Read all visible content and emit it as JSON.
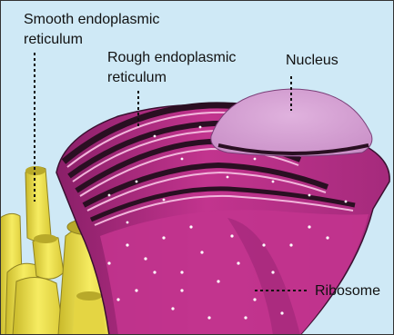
{
  "diagram": {
    "background_color": "#cfe9f6",
    "colors": {
      "er_magenta": "#c2348e",
      "er_dark": "#2a0f22",
      "er_light": "#ee9ccd",
      "nucleus": "#d29ad0",
      "smooth_er_yellow": "#f2e64a",
      "smooth_er_shadow": "#c9b92a"
    },
    "labels": {
      "smooth_er_line1": "Smooth endoplasmic",
      "smooth_er_line2": "reticulum",
      "rough_er_line1": "Rough endoplasmic",
      "rough_er_line2": "reticulum",
      "nucleus": "Nucleus",
      "ribosome": "Ribosome"
    }
  }
}
